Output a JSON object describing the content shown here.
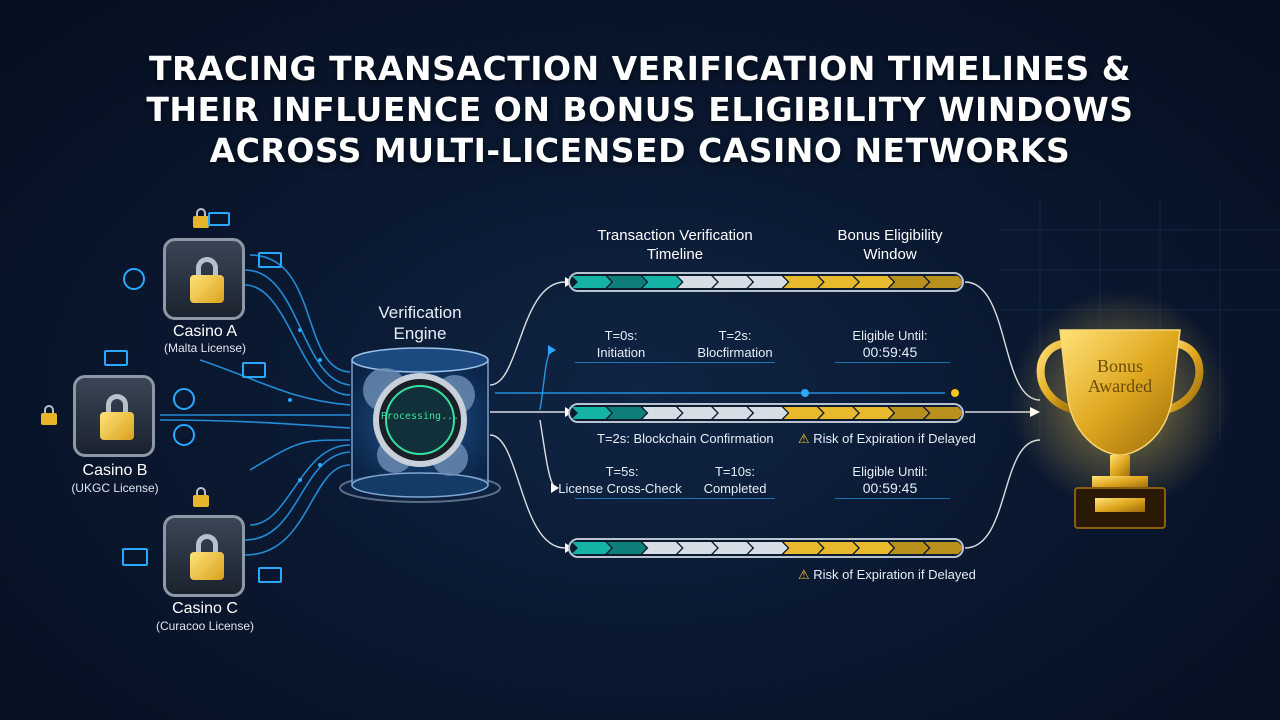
{
  "title_lines": [
    "TRACING TRANSACTION VERIFICATION TIMELINES &",
    "THEIR INFLUENCE ON BONUS ELIGIBILITY WINDOWS",
    "ACROSS MULTI-LICENSED CASINO NETWORKS"
  ],
  "casinos": [
    {
      "name": "Casino A",
      "license": "(Malta License)"
    },
    {
      "name": "Casino B",
      "license": "(UKGC License)"
    },
    {
      "name": "Casino C",
      "license": "(Curacoo License)"
    }
  ],
  "engine": {
    "label_line1": "Verification",
    "label_line2": "Engine",
    "status": "Processing..."
  },
  "headers": {
    "timeline_line1": "Transaction Verification",
    "timeline_line2": "Timeline",
    "window_line1": "Bonus Eligibility",
    "window_line2": "Window"
  },
  "row1": {
    "t0": "T=0s:",
    "t0_desc": "Initiation",
    "t2": "T=2s:",
    "t2_desc": "Blocfirmation",
    "elig": "Eligible Until:",
    "elig_time": "00:59:45"
  },
  "row2": {
    "confirm": "T=2s: Blockchain Confirmation",
    "risk": "Risk of Expiration if Delayed",
    "t5": "T=5s:",
    "t5_desc": "License Cross-Check",
    "t10": "T=10s:",
    "t10_desc": "Completed",
    "elig": "Eligible Until:",
    "elig_time": "00:59:45"
  },
  "row3": {
    "risk": "Risk of Expiration if Delayed"
  },
  "trophy": {
    "line1": "Bonus",
    "line2": "Awarded"
  },
  "colors": {
    "teal": "#14b3a6",
    "gold": "#e8b92c",
    "accent_blue": "#2aa8ff",
    "background": "#0a1830"
  },
  "icons": [
    "lock-icon",
    "card-icon",
    "exchange-icon",
    "gear-icon",
    "clock-icon",
    "trophy-icon",
    "warning-icon"
  ]
}
